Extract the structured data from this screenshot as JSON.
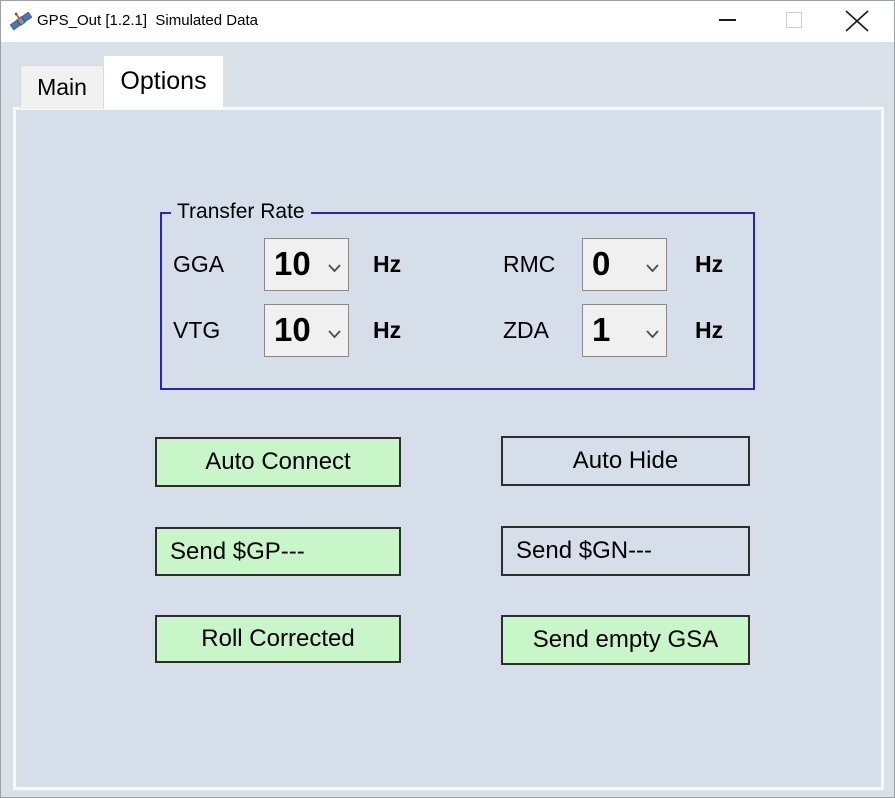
{
  "window": {
    "title": "GPS_Out [1.2.1]  Simulated Data"
  },
  "tabs": [
    {
      "label": "Main",
      "selected": false
    },
    {
      "label": "Options",
      "selected": true
    }
  ],
  "transfer_rate": {
    "group_label": "Transfer Rate",
    "unit": "Hz",
    "fields": [
      {
        "label": "GGA",
        "value": "10"
      },
      {
        "label": "VTG",
        "value": "10"
      },
      {
        "label": "RMC",
        "value": "0"
      },
      {
        "label": "ZDA",
        "value": "1"
      }
    ]
  },
  "buttons": [
    {
      "label": "Auto Connect",
      "active": true
    },
    {
      "label": "Auto Hide",
      "active": false
    },
    {
      "label": "Send $GP---",
      "active": true
    },
    {
      "label": "Send $GN---",
      "active": false
    },
    {
      "label": "Roll Corrected",
      "active": true
    },
    {
      "label": "Send empty GSA",
      "active": true
    }
  ],
  "colors": {
    "active_button_green": "#c9f6c8",
    "panel_background": "#d5dee9",
    "group_border_blue": "#2424ce",
    "titlebar_background": "#ffffff"
  }
}
